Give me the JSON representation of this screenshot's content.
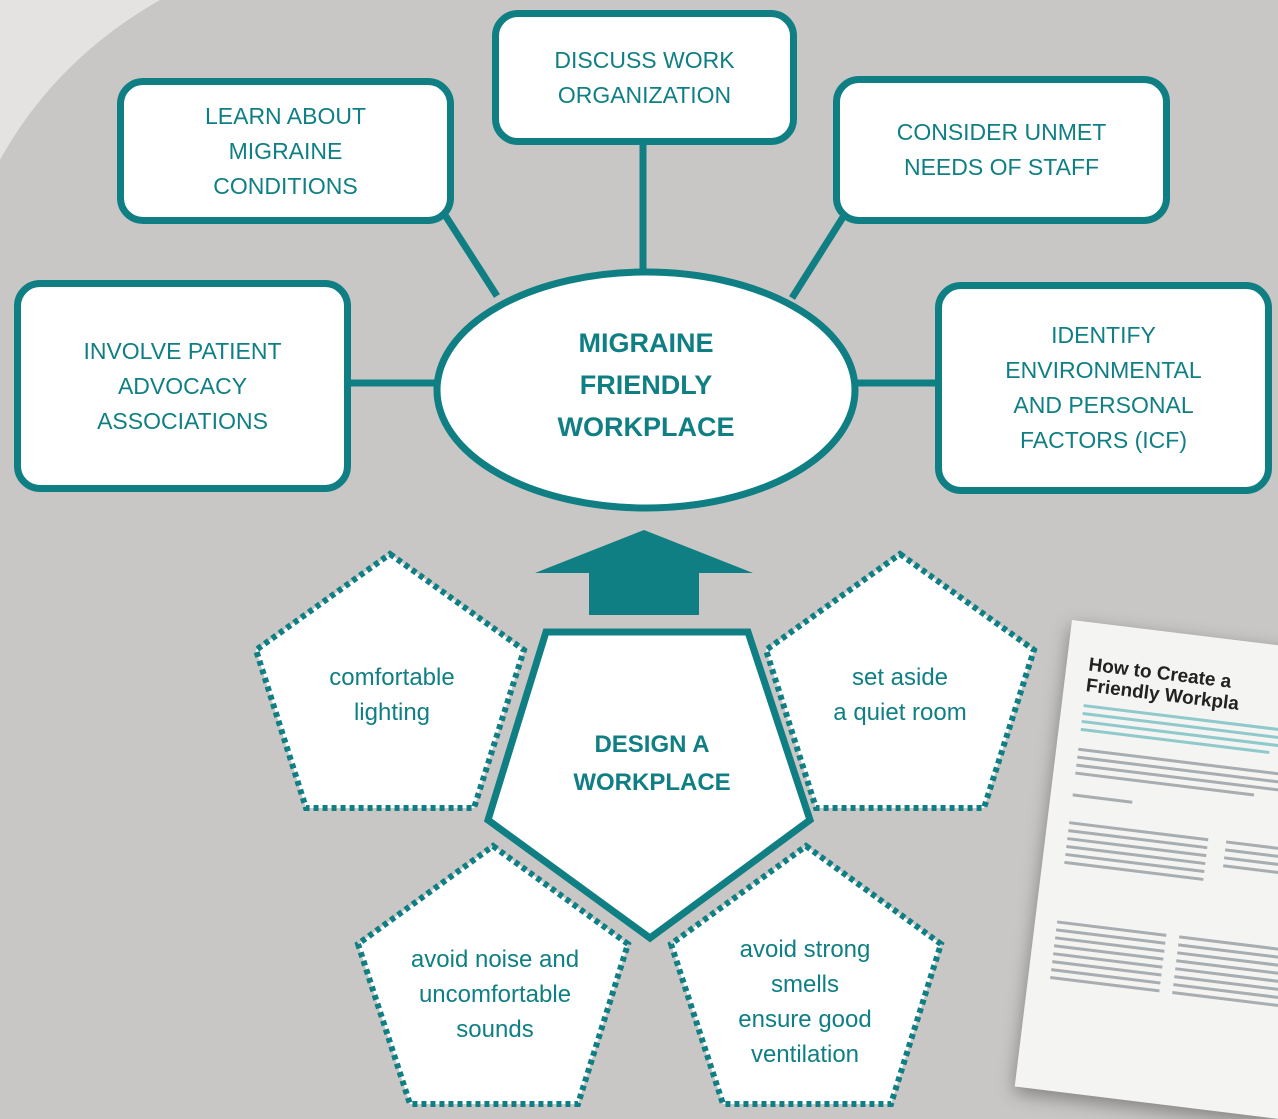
{
  "center": {
    "lines": [
      "MIGRAINE",
      "FRIENDLY",
      "WORKPLACE"
    ]
  },
  "boxes": {
    "learn": [
      "LEARN ABOUT",
      "MIGRAINE",
      "CONDITIONS"
    ],
    "discuss": [
      "DISCUSS WORK",
      "ORGANIZATION"
    ],
    "consider": [
      "CONSIDER UNMET",
      "NEEDS OF STAFF"
    ],
    "involve": [
      "INVOLVE PATIENT",
      "ADVOCACY",
      "ASSOCIATIONS"
    ],
    "identify": [
      "IDENTIFY",
      "ENVIRONMENTAL",
      "AND PERSONAL",
      "FACTORS (ICF)"
    ]
  },
  "design": {
    "lines": [
      "DESIGN A",
      "WORKPLACE"
    ]
  },
  "pentagons": {
    "lighting": [
      "comfortable",
      "lighting"
    ],
    "quiet": [
      "set aside",
      "a quiet room"
    ],
    "noise": [
      "avoid noise and",
      "uncomfortable",
      "sounds"
    ],
    "smells": [
      "avoid strong",
      "smells",
      "ensure good",
      "ventilation"
    ]
  },
  "paper": {
    "title_lines": [
      "How to Create a",
      "Friendly Workpla"
    ]
  },
  "colors": {
    "teal": "#0f7f84",
    "background": "#c9c7c5",
    "box_fill": "#ffffff"
  }
}
